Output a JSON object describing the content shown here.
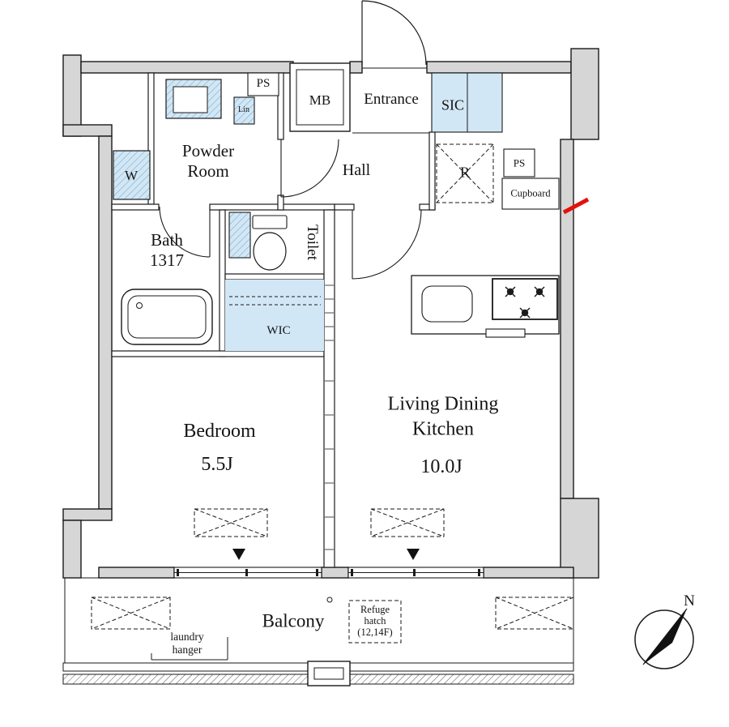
{
  "plan": {
    "type": "apartment-floor-plan",
    "colors": {
      "wall_fill": "#d6d6d6",
      "fixture_blue": "#d2e7f5",
      "hatch_blue_line": "#7fa8c9",
      "line": "#1a1a1a",
      "red_mark": "#e3120b"
    },
    "rooms": {
      "powder_room": "Powder\nRoom",
      "hall": "Hall",
      "entrance": "Entrance",
      "sic": "SIC",
      "bath": "Bath\n1317",
      "toilet": "Toilet",
      "wic": "WIC",
      "bedroom_name": "Bedroom",
      "bedroom_size": "5.5J",
      "ldk_name": "Living Dining\nKitchen",
      "ldk_size": "10.0J",
      "balcony": "Balcony"
    },
    "features": {
      "ps_top": "PS",
      "ps_right": "PS",
      "mb": "MB",
      "lin": "Lin",
      "washer": "W",
      "refrigerator": "R",
      "cupboard": "Cupboard",
      "laundry_hanger": "laundry\nhanger",
      "refuge_hatch": "Refuge\nhatch\n(12,14F)",
      "compass_north": "N"
    }
  }
}
